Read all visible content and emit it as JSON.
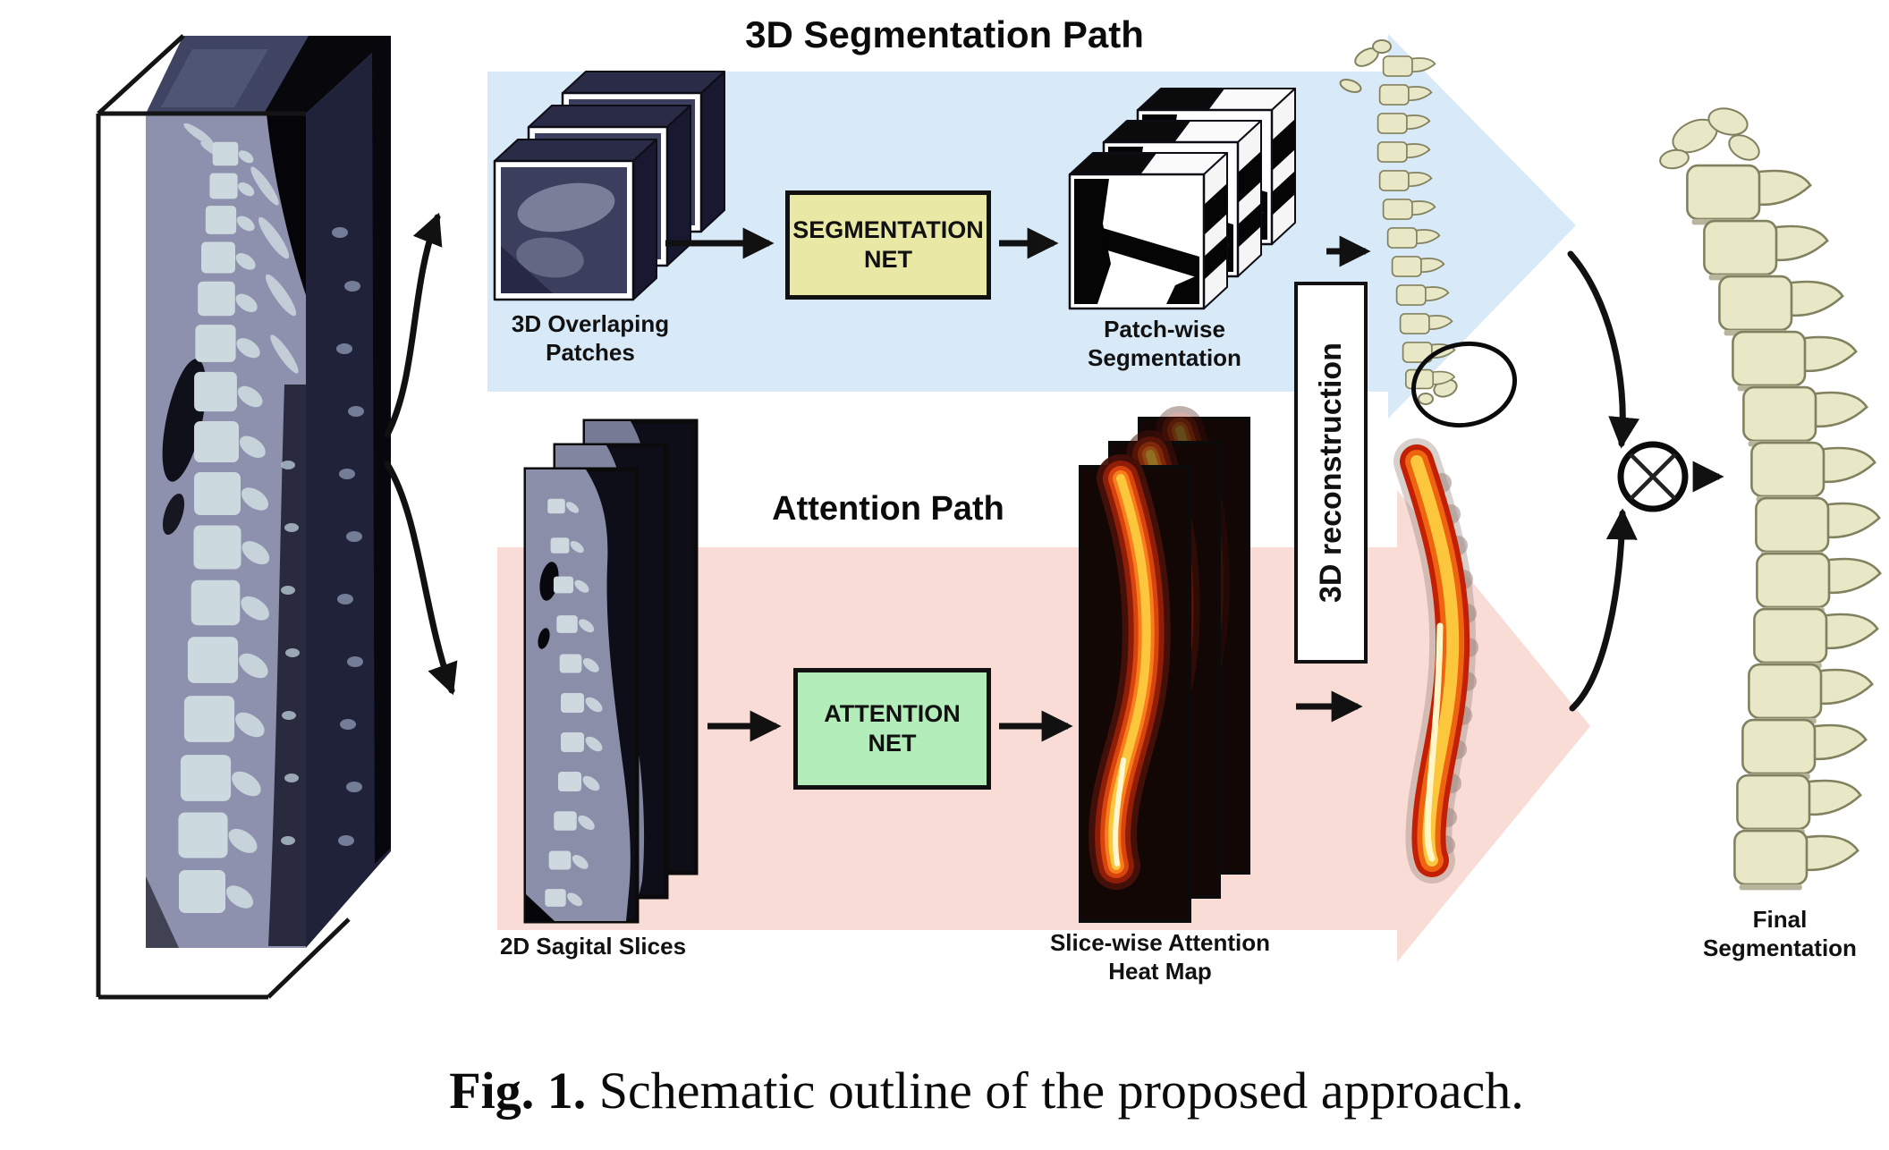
{
  "colors": {
    "blue-band": "#d8e9f7",
    "pink-band": "#f9dcd5",
    "seg-net": "#e9e8a5",
    "att-net": "#b3edba",
    "bone": "#e8e7c6",
    "bone-outline": "#82815f",
    "heat-hot": "#fcc63d",
    "heat-mid": "#d8440e",
    "arrow": "#111111"
  },
  "seg_path": {
    "title": "3D Segmentation Path",
    "input_label": [
      "3D Overlaping",
      "Patches"
    ],
    "net_label": [
      "SEGMENTATION",
      "NET"
    ],
    "output_label": [
      "Patch-wise",
      "Segmentation"
    ]
  },
  "att_path": {
    "title": "Attention Path",
    "input_label": [
      "2D Sagital Slices"
    ],
    "net_label": [
      "ATTENTION",
      "NET"
    ],
    "output_label": [
      "Slice-wise Attention",
      "Heat Map"
    ]
  },
  "recon_label": "3D reconstruction",
  "final_label": [
    "Final",
    "Segmentation"
  ],
  "icons": {
    "fusion_operator": "circled-times"
  },
  "caption": {
    "prefix": "Fig. 1.",
    "text": " Schematic outline of the proposed approach."
  }
}
